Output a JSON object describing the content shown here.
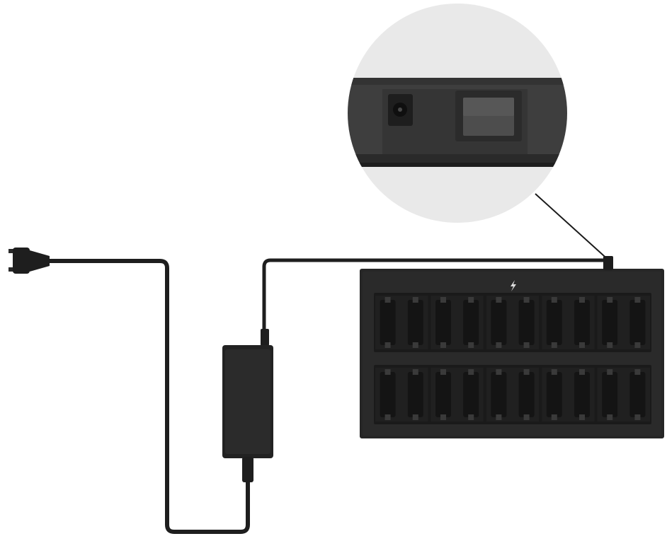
{
  "colors": {
    "background": "#ffffff",
    "cable": "#1e1e1e",
    "charger_body": "#262626",
    "charger_slot": "#141414",
    "battery_contact": "#3a3a3a",
    "adapter_body": "#222222",
    "zoom_circle": "#e9e9e9",
    "zoom_panel": "#3e3e3e",
    "power_switch": "#4d4d4d",
    "indicator": "#dcdcdc"
  },
  "icons": {
    "charge_indicator": "lightning-bolt-icon",
    "plug": "ac-plug-icon",
    "dc_jack": "dc-power-jack-icon"
  },
  "scene": {
    "components": [
      "ac-plug",
      "power-adapter",
      "battery-charger",
      "zoom-inset"
    ],
    "charger": {
      "rows": 2,
      "slots_per_row": 10,
      "module_groups_per_row": 5
    }
  }
}
